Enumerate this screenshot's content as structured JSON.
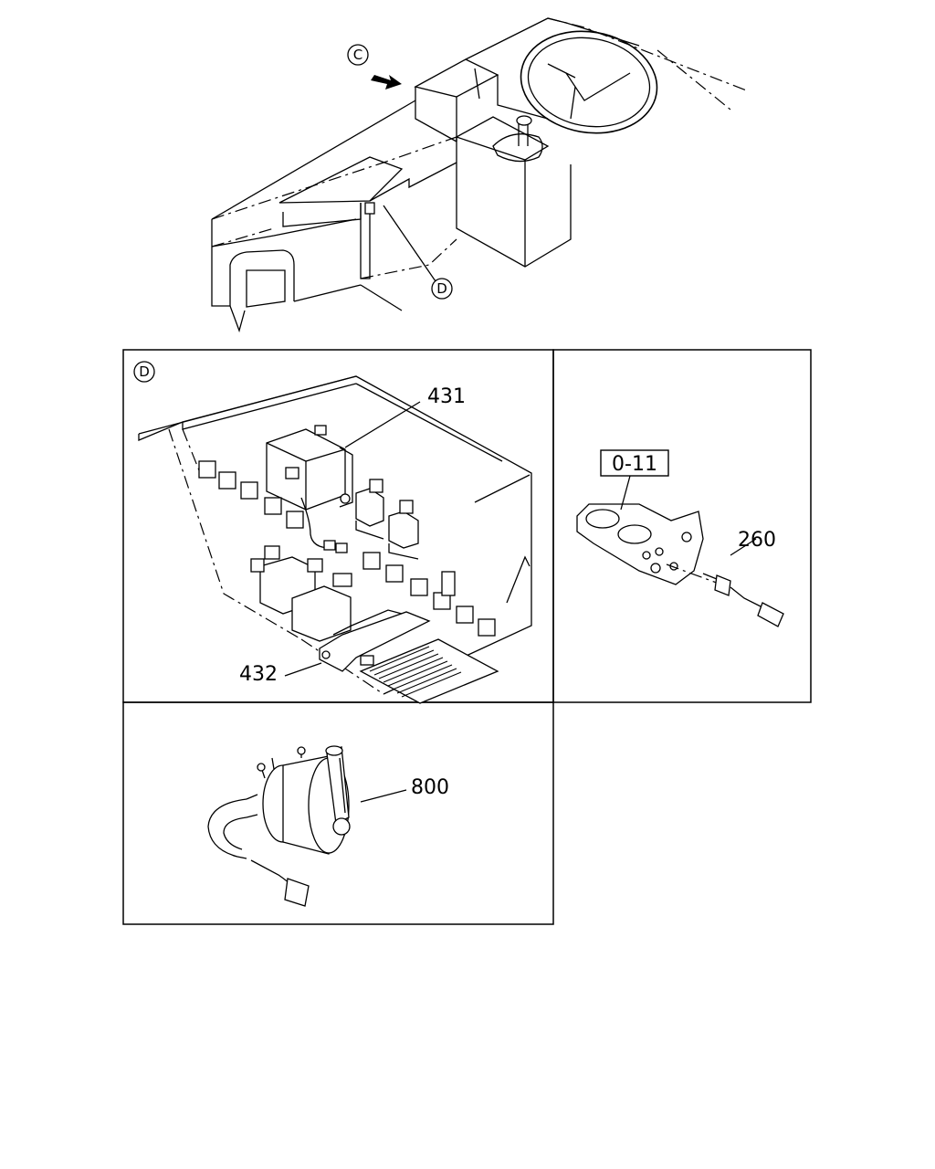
{
  "callouts": {
    "view_c": "C",
    "view_d": "D",
    "inset_d": "D"
  },
  "part_numbers": {
    "p431": "431",
    "p432": "432",
    "p260": "260",
    "p800": "800",
    "ref_box": "0-11"
  }
}
